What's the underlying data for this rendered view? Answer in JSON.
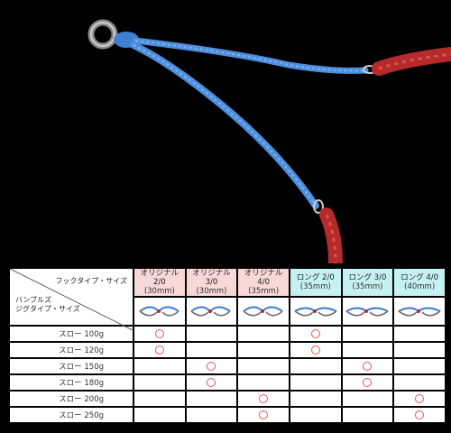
{
  "table": {
    "corner_hook_label": "フックタイプ・サイズ",
    "corner_jig_label_1": "バンブルズ",
    "corner_jig_label_2": "ジグタイプ・サイズ",
    "columns": [
      {
        "name": "オリジナル 2/0",
        "size": "(30mm)"
      },
      {
        "name": "オリジナル 3/0",
        "size": "(30mm)"
      },
      {
        "name": "オリジナル 4/0",
        "size": "(35mm)"
      },
      {
        "name": "ロング 2/0",
        "size": "(35mm)"
      },
      {
        "name": "ロング 3/0",
        "size": "(35mm)"
      },
      {
        "name": "ロング 4/0",
        "size": "(40mm)"
      }
    ],
    "rows": [
      {
        "label": "スロー 100g",
        "marks": [
          true,
          false,
          false,
          true,
          false,
          false
        ]
      },
      {
        "label": "スロー 120g",
        "marks": [
          true,
          false,
          false,
          true,
          false,
          false
        ]
      },
      {
        "label": "スロー 150g",
        "marks": [
          false,
          true,
          false,
          false,
          true,
          false
        ]
      },
      {
        "label": "スロー 180g",
        "marks": [
          false,
          true,
          false,
          false,
          true,
          false
        ]
      },
      {
        "label": "スロー 200g",
        "marks": [
          false,
          false,
          true,
          false,
          false,
          true
        ]
      },
      {
        "label": "スロー 250g",
        "marks": [
          false,
          false,
          true,
          false,
          false,
          true
        ]
      }
    ],
    "mark_symbol": "○",
    "colors": {
      "original_header": "#f8d7d7",
      "long_header": "#c6f1f3",
      "mark": "#e0575a"
    }
  }
}
